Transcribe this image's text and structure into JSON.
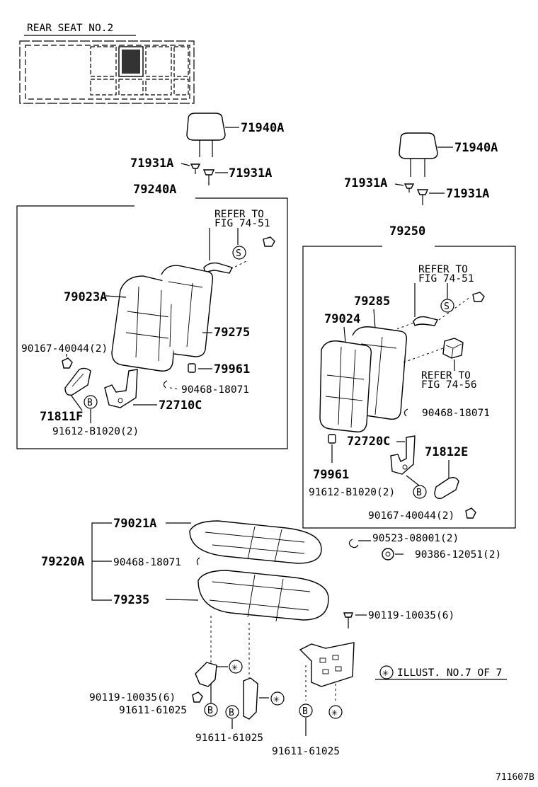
{
  "header": {
    "title": "REAR SEAT  NO.2"
  },
  "labels": {
    "p71940A_left": "71940A",
    "p71931A_l1": "71931A",
    "p71931A_l2": "71931A",
    "p79240A": "79240A",
    "refer_fig7451_left_1": "REFER TO",
    "refer_fig7451_left_2": "FIG  74-51",
    "p79023A": "79023A",
    "p79275": "79275",
    "p90167_left": "90167-40044(2)",
    "p79961_left": "79961",
    "p90468_left": "90468-18071",
    "p71811F": "71811F",
    "p72710C": "72710C",
    "p91612_left": "91612-B1020(2)",
    "p71940A_right": "71940A",
    "p71931A_r1": "71931A",
    "p71931A_r2": "71931A",
    "p79250": "79250",
    "refer_fig7451_right_1": "REFER TO",
    "refer_fig7451_right_2": "FIG  74-51",
    "p79285": "79285",
    "p79024": "79024",
    "refer_fig7456_1": "REFER TO",
    "refer_fig7456_2": "FIG  74-56",
    "p90468_right": "90468-18071",
    "p72720C": "72720C",
    "p71812E": "71812E",
    "p79961_right": "79961",
    "p91612_right": "91612-B1020(2)",
    "p90167_right": "90167-40044(2)",
    "p90523": "90523-08001(2)",
    "p90386": "90386-12051(2)",
    "p79021A": "79021A",
    "p79220A": "79220A",
    "p90468_mid": "90468-18071",
    "p79235": "79235",
    "p90119_right": "90119-10035(6)",
    "p90119_left": "90119-10035(6)",
    "p91611_a": "91611-61025",
    "p91611_b": "91611-61025",
    "p91611_c": "91611-61025",
    "illust_note": "ILLUST. NO.7  OF 7",
    "diagram_code": "711607B"
  },
  "marks": {
    "s": "S",
    "b": "B",
    "star": "✳"
  }
}
